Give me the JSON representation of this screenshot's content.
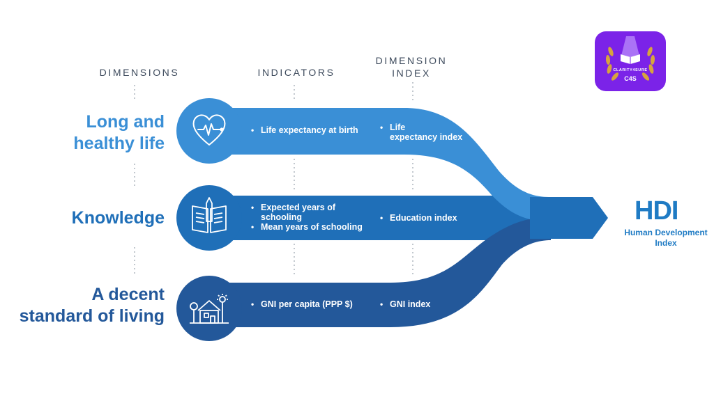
{
  "headers": {
    "dimensions": "DIMENSIONS",
    "indicators": "INDICATORS",
    "dimension_index_line1": "DIMENSION",
    "dimension_index_line2": "INDEX"
  },
  "rows": [
    {
      "dimension_line1": "Long and",
      "dimension_line2": "healthy life",
      "indicator_1": "Life expectancy at birth",
      "index_line1": "Life",
      "index_line2": "expectancy index",
      "icon": "heart-pulse-icon",
      "color": "#3a8fd6"
    },
    {
      "dimension_line1": "Knowledge",
      "indicator_1_line1": "Expected years of",
      "indicator_1_line2": "schooling",
      "indicator_2": "Mean years of schooling",
      "index_line1": "Education index",
      "icon": "open-book-icon",
      "color": "#1f6fb8"
    },
    {
      "dimension_line1": "A decent",
      "dimension_line2": "standard of living",
      "indicator_1": "GNI per capita (PPP $)",
      "index_line1": "GNI index",
      "icon": "house-icon",
      "color": "#23589a"
    }
  ],
  "result": {
    "title": "HDI",
    "subtitle_line1": "Human Development",
    "subtitle_line2": "Index",
    "color": "#1f7bc4"
  },
  "badge": {
    "brand": "CLARITY4SURE",
    "short": "C4S",
    "color": "#7b23e8"
  }
}
